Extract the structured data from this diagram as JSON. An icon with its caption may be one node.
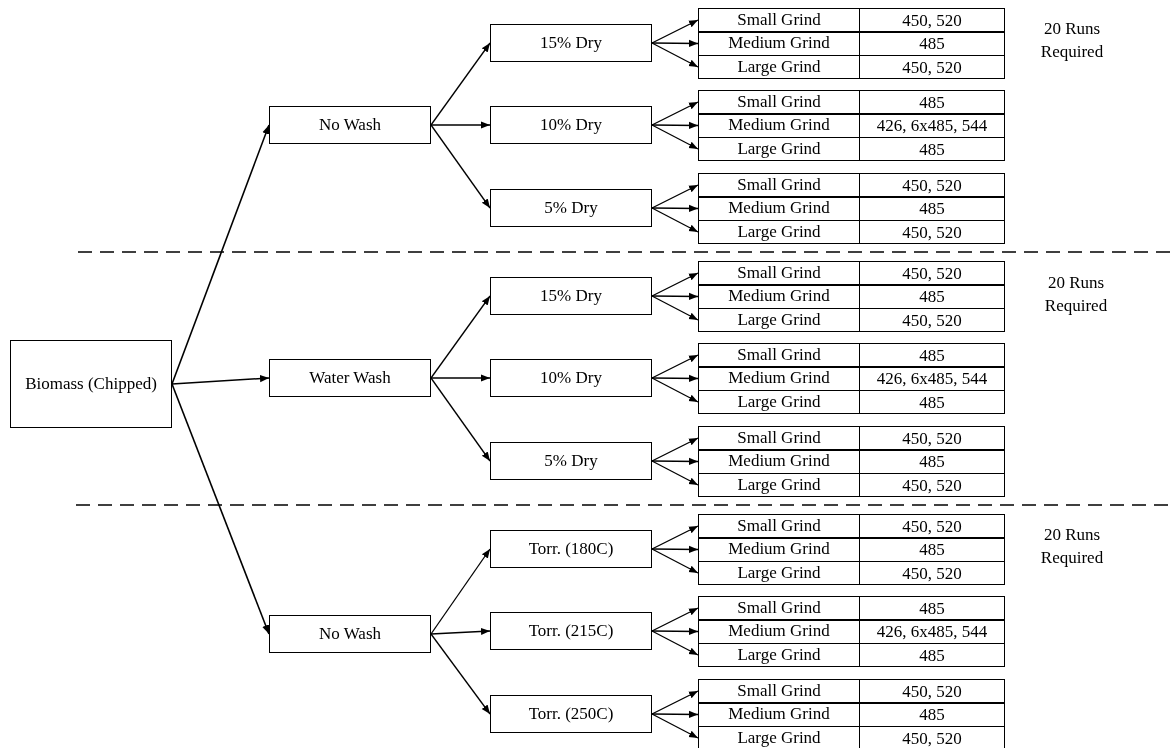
{
  "diagram": {
    "nodes": [
      {
        "text": [
          "Biomass (Chipped)"
        ]
      },
      {
        "text": [
          "No Wash"
        ]
      },
      {
        "text": [
          "Water Wash"
        ]
      },
      {
        "text": [
          "No Wash"
        ]
      },
      {
        "text": [
          "15% Dry"
        ]
      },
      {
        "text": [
          "10% Dry"
        ]
      },
      {
        "text": [
          "5% Dry"
        ]
      },
      {
        "text": [
          "15% Dry"
        ]
      },
      {
        "text": [
          "10% Dry"
        ]
      },
      {
        "text": [
          "5% Dry"
        ]
      },
      {
        "text": [
          "Torr. (180C)"
        ]
      },
      {
        "text": [
          "Torr. (215C)"
        ]
      },
      {
        "text": [
          "Torr. (250C)"
        ]
      },
      {
        "text": [
          "Small Grind"
        ],
        "beside": [
          "450, 520"
        ]
      },
      {
        "text": [
          "Medium Grind"
        ],
        "beside": [
          "485"
        ]
      },
      {
        "text": [
          "Large Grind"
        ],
        "beside": [
          "450, 520"
        ]
      },
      {
        "text": [
          "Small Grind"
        ],
        "beside": [
          "485"
        ]
      },
      {
        "text": [
          "Medium Grind"
        ],
        "beside": [
          "426, 6x485, 544"
        ]
      },
      {
        "text": [
          "Large Grind"
        ],
        "beside": [
          "485"
        ]
      },
      {
        "text": [
          "Small Grind"
        ],
        "beside": [
          "450, 520"
        ]
      },
      {
        "text": [
          "Medium Grind"
        ],
        "beside": [
          "485"
        ]
      },
      {
        "text": [
          "Large Grind"
        ],
        "beside": [
          "450, 520"
        ]
      },
      {
        "text": [
          "Small Grind"
        ],
        "beside": [
          "450, 520"
        ]
      },
      {
        "text": [
          "Medium Grind"
        ],
        "beside": [
          "485"
        ]
      },
      {
        "text": [
          "Large Grind"
        ],
        "beside": [
          "450, 520"
        ]
      },
      {
        "text": [
          "Small Grind"
        ],
        "beside": [
          "485"
        ]
      },
      {
        "text": [
          "Medium Grind"
        ],
        "beside": [
          "426, 6x485, 544"
        ]
      },
      {
        "text": [
          "Large Grind"
        ],
        "beside": [
          "485"
        ]
      },
      {
        "text": [
          "Small Grind"
        ],
        "beside": [
          "450, 520"
        ]
      },
      {
        "text": [
          "Medium Grind"
        ],
        "beside": [
          "485"
        ]
      },
      {
        "text": [
          "Large Grind"
        ],
        "beside": [
          "450, 520"
        ]
      },
      {
        "text": [
          "Small Grind"
        ],
        "beside": [
          "450, 520"
        ]
      },
      {
        "text": [
          "Medium Grind"
        ],
        "beside": [
          "485"
        ]
      },
      {
        "text": [
          "Large Grind"
        ],
        "beside": [
          "450, 520"
        ]
      },
      {
        "text": [
          "Small Grind"
        ],
        "beside": [
          "485"
        ]
      },
      {
        "text": [
          "Medium Grind"
        ],
        "beside": [
          "426, 6x485, 544"
        ]
      },
      {
        "text": [
          "Large Grind"
        ],
        "beside": [
          "485"
        ]
      },
      {
        "text": [
          "Small Grind"
        ],
        "beside": [
          "450, 520"
        ]
      },
      {
        "text": [
          "Medium Grind"
        ],
        "beside": [
          "485"
        ]
      },
      {
        "text": [
          "Large Grind"
        ],
        "beside": [
          "450, 520"
        ]
      }
    ],
    "edges": [
      {
        "from": 0,
        "to": 1,
        "arrow": "to"
      },
      {
        "from": 0,
        "to": 2,
        "arrow": "to"
      },
      {
        "from": 0,
        "to": 3,
        "arrow": "to"
      },
      {
        "from": 1,
        "to": 4,
        "arrow": "to"
      },
      {
        "from": 1,
        "to": 5,
        "arrow": "to"
      },
      {
        "from": 1,
        "to": 6,
        "arrow": "to"
      },
      {
        "from": 2,
        "to": 7,
        "arrow": "to"
      },
      {
        "from": 2,
        "to": 8,
        "arrow": "to"
      },
      {
        "from": 2,
        "to": 9,
        "arrow": "to"
      },
      {
        "from": 3,
        "to": 10,
        "arrow": "to"
      },
      {
        "from": 3,
        "to": 11,
        "arrow": "to"
      },
      {
        "from": 3,
        "to": 12,
        "arrow": "to"
      },
      {
        "from": 4,
        "to": 13,
        "arrow": "to"
      },
      {
        "from": 4,
        "to": 14,
        "arrow": "to"
      },
      {
        "from": 4,
        "to": 15,
        "arrow": "to"
      },
      {
        "from": 5,
        "to": 16,
        "arrow": "to"
      },
      {
        "from": 5,
        "to": 17,
        "arrow": "to"
      },
      {
        "from": 5,
        "to": 18,
        "arrow": "to"
      },
      {
        "from": 6,
        "to": 19,
        "arrow": "to"
      },
      {
        "from": 6,
        "to": 20,
        "arrow": "to"
      },
      {
        "from": 6,
        "to": 21,
        "arrow": "to"
      },
      {
        "from": 7,
        "to": 22,
        "arrow": "to"
      },
      {
        "from": 7,
        "to": 23,
        "arrow": "to"
      },
      {
        "from": 7,
        "to": 24,
        "arrow": "to"
      },
      {
        "from": 8,
        "to": 25,
        "arrow": "to"
      },
      {
        "from": 8,
        "to": 26,
        "arrow": "to"
      },
      {
        "from": 8,
        "to": 27,
        "arrow": "to"
      },
      {
        "from": 9,
        "to": 28,
        "arrow": "to"
      },
      {
        "from": 9,
        "to": 29,
        "arrow": "to"
      },
      {
        "from": 9,
        "to": 30,
        "arrow": "to"
      },
      {
        "from": 10,
        "to": 31,
        "arrow": "to"
      },
      {
        "from": 10,
        "to": 32,
        "arrow": "to"
      },
      {
        "from": 10,
        "to": 33,
        "arrow": "to"
      },
      {
        "from": 11,
        "to": 34,
        "arrow": "to"
      },
      {
        "from": 11,
        "to": 35,
        "arrow": "to"
      },
      {
        "from": 11,
        "to": 36,
        "arrow": "to"
      },
      {
        "from": 12,
        "to": 37,
        "arrow": "to"
      },
      {
        "from": 12,
        "to": 38,
        "arrow": "to"
      },
      {
        "from": 12,
        "to": 39,
        "arrow": "to"
      }
    ],
    "labels": [
      "20 Runs Required",
      "20 Runs Required",
      "20 Runs Required"
    ]
  }
}
